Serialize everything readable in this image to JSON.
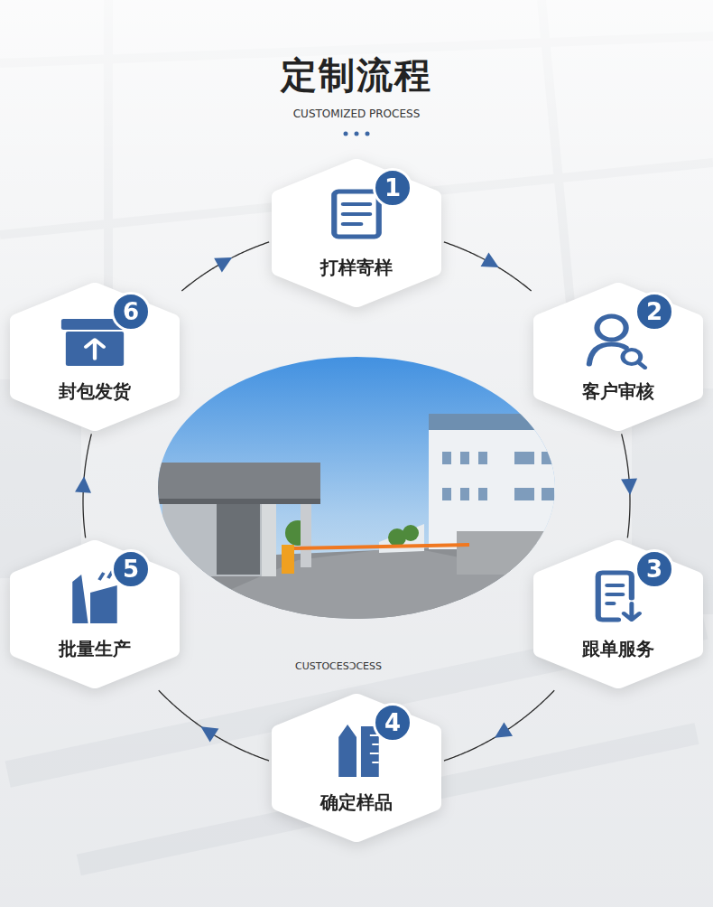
{
  "diagram": {
    "title": "定制流程",
    "nodes": [
      {
        "text": [
          "1",
          "打样寄样"
        ]
      },
      {
        "text": [
          "2",
          "客户审核"
        ]
      },
      {
        "text": [
          "3",
          "跟单服务"
        ]
      },
      {
        "text": [
          "4",
          "确定样品"
        ]
      },
      {
        "text": [
          "5",
          "批量生产"
        ]
      },
      {
        "text": [
          "6",
          "封包发货"
        ]
      }
    ],
    "edges": [
      {
        "from": 0,
        "to": 1,
        "arrow": "to"
      },
      {
        "from": 1,
        "to": 2,
        "arrow": "to"
      },
      {
        "from": 2,
        "to": 3,
        "arrow": "to"
      },
      {
        "from": 3,
        "to": 4,
        "arrow": "to"
      },
      {
        "from": 4,
        "to": 5,
        "arrow": "to"
      },
      {
        "from": 5,
        "to": 0,
        "arrow": "to"
      }
    ],
    "labels": [
      "CUSTOMIZED PROCESS",
      "CUSTOCESƆCESS"
    ]
  }
}
